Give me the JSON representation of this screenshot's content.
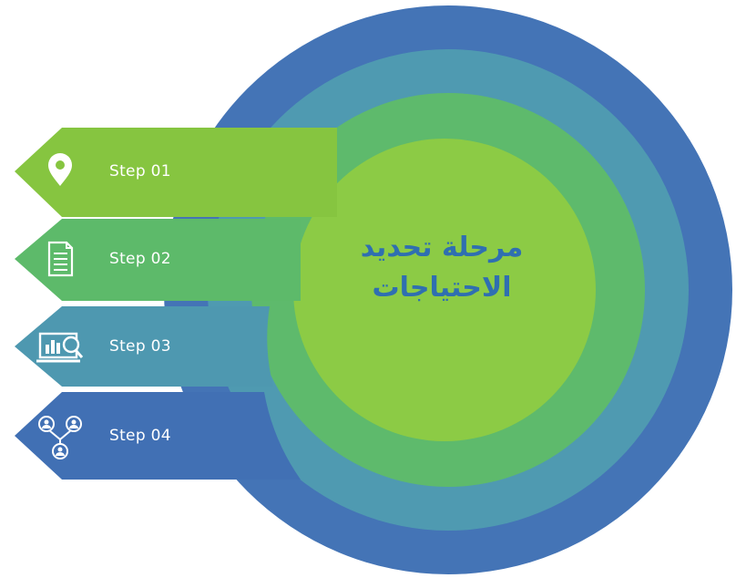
{
  "title": {
    "line1": "مرحلة تحديد",
    "line2": "الاحتياجات"
  },
  "steps": [
    {
      "label": "Step 01",
      "icon": "location-pin-icon",
      "color": "#86c540"
    },
    {
      "label": "Step 02",
      "icon": "document-icon",
      "color": "#5dba6a"
    },
    {
      "label": "Step 03",
      "icon": "chart-magnifier-icon",
      "color": "#4e98b0"
    },
    {
      "label": "Step 04",
      "icon": "network-users-icon",
      "color": "#4170b4"
    }
  ],
  "rings": {
    "outer": "#4474b6",
    "second": "#4f9ab1",
    "third": "#5eba6c",
    "inner": "#8ccb45"
  }
}
